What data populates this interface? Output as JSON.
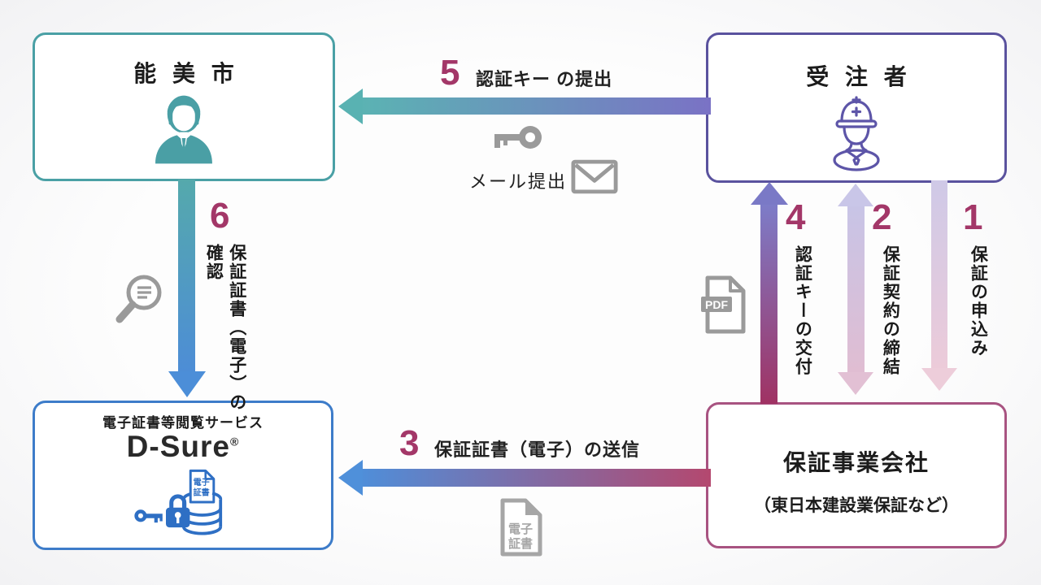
{
  "palette": {
    "step_number_color": "#a33768",
    "text_color": "#1c1c1c",
    "gray_icon_color": "#9a9a9a",
    "nomi_border": "#4aa0a5",
    "juchusha_border": "#5a529e",
    "dsure_border": "#3d7cc9",
    "dsure_icon_blue": "#2e6fc4",
    "hosho_border": "#a85381",
    "arrow_teal": "#59b2b2",
    "arrow_purple": "#7a72c5",
    "arrow_blue": "#4f8ed9",
    "arrow_crimson": "#b4486f"
  },
  "boxes": {
    "nomi": {
      "title": "能 美 市",
      "icon": "business-person-icon"
    },
    "juchusha": {
      "title": "受 注 者",
      "icon": "construction-worker-icon"
    },
    "dsure": {
      "subtitle": "電子証書等閲覧サービス",
      "title": "D-Sure",
      "reg": "®",
      "icon": "secure-database-icon",
      "db_doc_line1": "電子",
      "db_doc_line2": "証書"
    },
    "hosho": {
      "title": "保証事業会社",
      "subtitle": "（東日本建設業保証など）"
    }
  },
  "steps": {
    "step1": {
      "number": "1",
      "label": "保証の申込み",
      "from": "juchusha",
      "to": "hosho"
    },
    "step2": {
      "number": "2",
      "label": "保証契約の締結",
      "between": "juchusha-hosho"
    },
    "step3": {
      "number": "3",
      "label": "保証証書（電子）の送信",
      "from": "hosho",
      "to": "dsure"
    },
    "step4": {
      "number": "4",
      "label": "認証キーの交付",
      "from": "hosho",
      "to": "juchusha"
    },
    "step5": {
      "number": "5",
      "label": "認証キー の提出",
      "from": "juchusha",
      "to": "nomi"
    },
    "step6": {
      "number": "6",
      "label_line1": "保証証書（電子）の",
      "label_line2": "確認",
      "from": "nomi",
      "to": "dsure"
    }
  },
  "annotations": {
    "mail_label": "メール提出",
    "mail_icons": [
      "key-icon",
      "envelope-icon"
    ],
    "check_icon": "magnifier-icon",
    "pdf_badge": "PDF",
    "cert_doc": {
      "line1": "電子",
      "line2": "証書"
    }
  }
}
